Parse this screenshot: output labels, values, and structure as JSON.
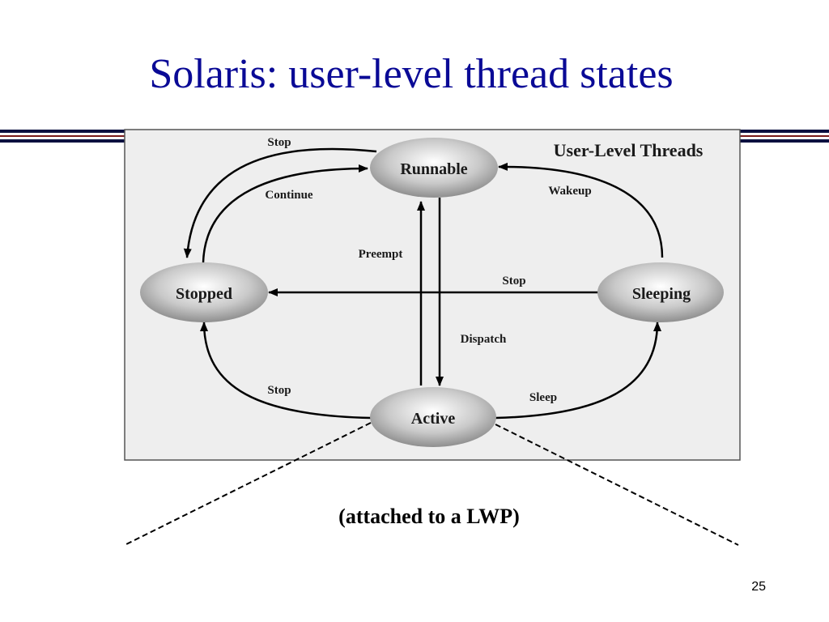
{
  "slide": {
    "title": "Solaris: user-level thread states",
    "caption": "(attached to a LWP)",
    "page_number": "25"
  },
  "diagram": {
    "panel_title": "User-Level Threads",
    "states": {
      "runnable": "Runnable",
      "stopped": "Stopped",
      "sleeping": "Sleeping",
      "active": "Active"
    },
    "transitions": {
      "stop_runnable_to_stopped": "Stop",
      "continue_stopped_to_runnable": "Continue",
      "wakeup_sleeping_to_runnable": "Wakeup",
      "preempt_active_to_runnable": "Preempt",
      "dispatch_runnable_to_active": "Dispatch",
      "stop_sleeping_to_stopped": "Stop",
      "stop_active_to_stopped": "Stop",
      "sleep_active_to_sleeping": "Sleep"
    }
  },
  "colors": {
    "title": "#0a0a96",
    "panel_background": "#eeeeee",
    "rule_dark": "#0b1040",
    "rule_red": "#7a1a1a"
  }
}
